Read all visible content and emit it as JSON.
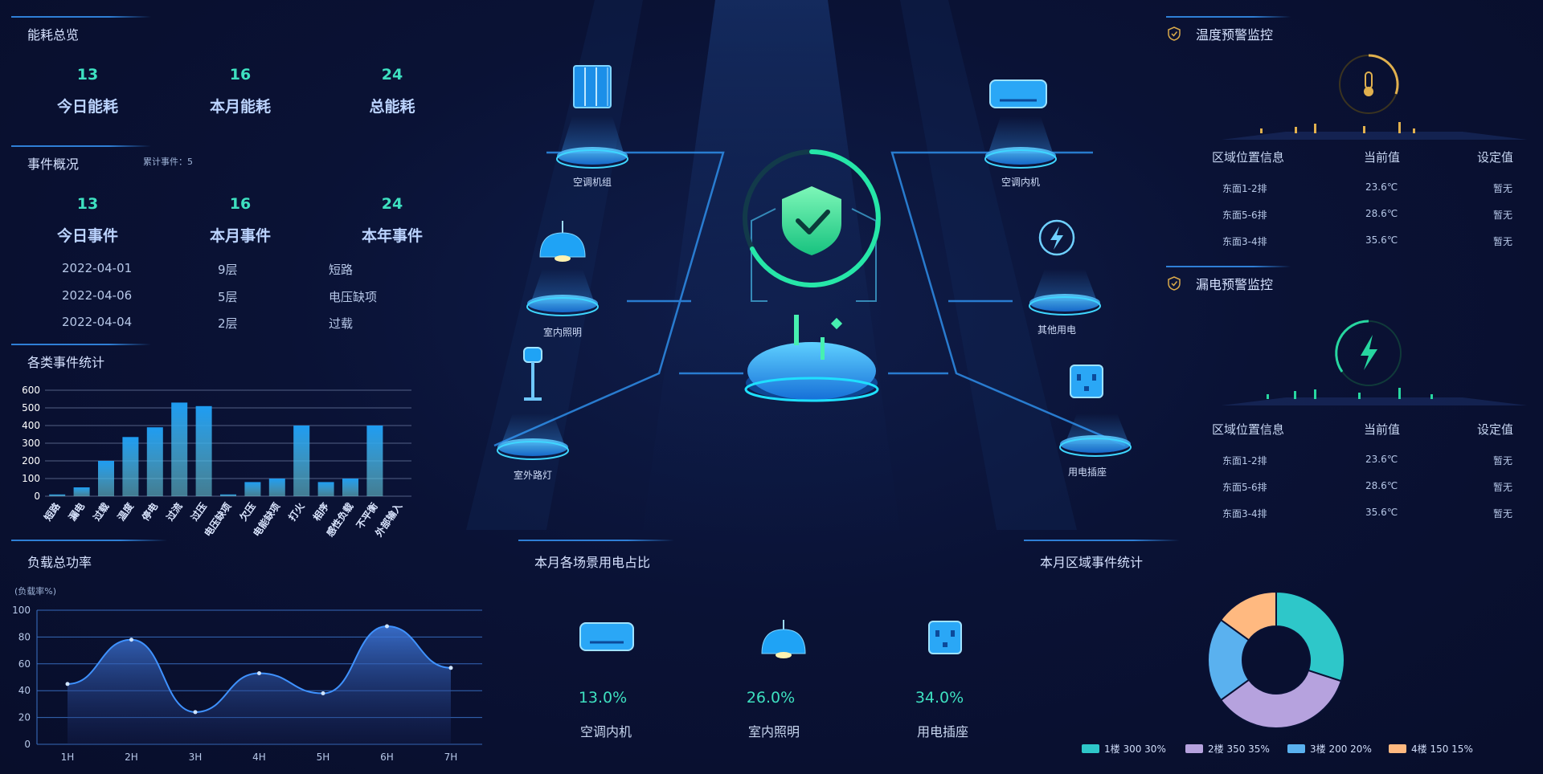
{
  "energy": {
    "title": "能耗总览",
    "items": [
      {
        "value": "13",
        "label": "今日能耗"
      },
      {
        "value": "16",
        "label": "本月能耗"
      },
      {
        "value": "24",
        "label": "总能耗"
      }
    ]
  },
  "events": {
    "title": "事件概况",
    "cumulative": "累计事件：5",
    "items": [
      {
        "value": "13",
        "label": "今日事件"
      },
      {
        "value": "16",
        "label": "本月事件"
      },
      {
        "value": "24",
        "label": "本年事件"
      }
    ],
    "rows": [
      {
        "date": "2022-04-01",
        "floor": "9层",
        "type": "短路"
      },
      {
        "date": "2022-04-06",
        "floor": "5层",
        "type": "电压缺项"
      },
      {
        "date": "2022-04-04",
        "floor": "2层",
        "type": "过载"
      }
    ]
  },
  "event_stats": {
    "title": "各类事件统计"
  },
  "load": {
    "title": "负载总功率",
    "unit": "(负载率%)"
  },
  "usage": {
    "title": "本月各场景用电占比",
    "items": [
      {
        "pct": "13.0%",
        "label": "空调内机",
        "icon": "air-conditioner-icon"
      },
      {
        "pct": "26.0%",
        "label": "室内照明",
        "icon": "pendant-lamp-icon"
      },
      {
        "pct": "34.0%",
        "label": "用电插座",
        "icon": "power-socket-icon"
      }
    ]
  },
  "region": {
    "title": "本月区域事件统计"
  },
  "center": {
    "labels": {
      "ac_unit": "空调机组",
      "indoor_light": "室内照明",
      "street_light": "室外路灯",
      "ac_indoor": "空调内机",
      "other_power": "其他用电",
      "socket": "用电插座"
    }
  },
  "temp_monitor": {
    "title": "温度预警监控",
    "headers": [
      "区域位置信息",
      "当前值",
      "设定值"
    ],
    "rows": [
      {
        "area": "东面1-2排",
        "value": "23.6℃",
        "setting": "暂无"
      },
      {
        "area": "东面5-6排",
        "value": "28.6℃",
        "setting": "暂无"
      },
      {
        "area": "东面3-4排",
        "value": "35.6℃",
        "setting": "暂无"
      }
    ]
  },
  "leak_monitor": {
    "title": "漏电预警监控",
    "headers": [
      "区域位置信息",
      "当前值",
      "设定值"
    ],
    "rows": [
      {
        "area": "东面1-2排",
        "value": "23.6℃",
        "setting": "暂无"
      },
      {
        "area": "东面5-6排",
        "value": "28.6℃",
        "setting": "暂无"
      },
      {
        "area": "东面3-4排",
        "value": "35.6℃",
        "setting": "暂无"
      }
    ]
  },
  "colors": {
    "accent": "#3ee0c0",
    "blue": "#1e9cf2",
    "panel_line": "#2f7fd6"
  },
  "chart_data": [
    {
      "type": "bar",
      "categories": [
        "短路",
        "漏电",
        "过载",
        "温度",
        "停电",
        "过流",
        "过压",
        "电压缺项",
        "欠压",
        "电能缺项",
        "打火",
        "相序",
        "感性负载",
        "不平衡",
        "外部输入"
      ],
      "values": [
        10,
        50,
        200,
        335,
        390,
        530,
        510,
        10,
        80,
        100,
        400,
        80,
        100,
        400,
        0
      ],
      "ylim": [
        0,
        600
      ],
      "yticks": [
        0,
        100,
        200,
        300,
        400,
        500,
        600
      ]
    },
    {
      "type": "area",
      "categories": [
        "1H",
        "2H",
        "3H",
        "4H",
        "5H",
        "6H",
        "7H"
      ],
      "ylabel": "(负载率%)",
      "points": [
        [
          0.0,
          45
        ],
        [
          1.0,
          78
        ],
        [
          2.0,
          24
        ],
        [
          3.0,
          53
        ],
        [
          4.0,
          38
        ],
        [
          5.0,
          88
        ],
        [
          6.0,
          57
        ]
      ],
      "ylim": [
        0,
        100
      ],
      "yticks": [
        0,
        20,
        40,
        60,
        80,
        100
      ]
    },
    {
      "type": "pie",
      "labels": [
        "1楼 300 30%",
        "2楼 350 35%",
        "3楼 200 20%",
        "4楼 150 15%"
      ],
      "values": [
        300,
        350,
        200,
        150
      ],
      "colors": [
        "#2ec7c9",
        "#b6a2de",
        "#5ab1ef",
        "#ffb980"
      ]
    }
  ]
}
